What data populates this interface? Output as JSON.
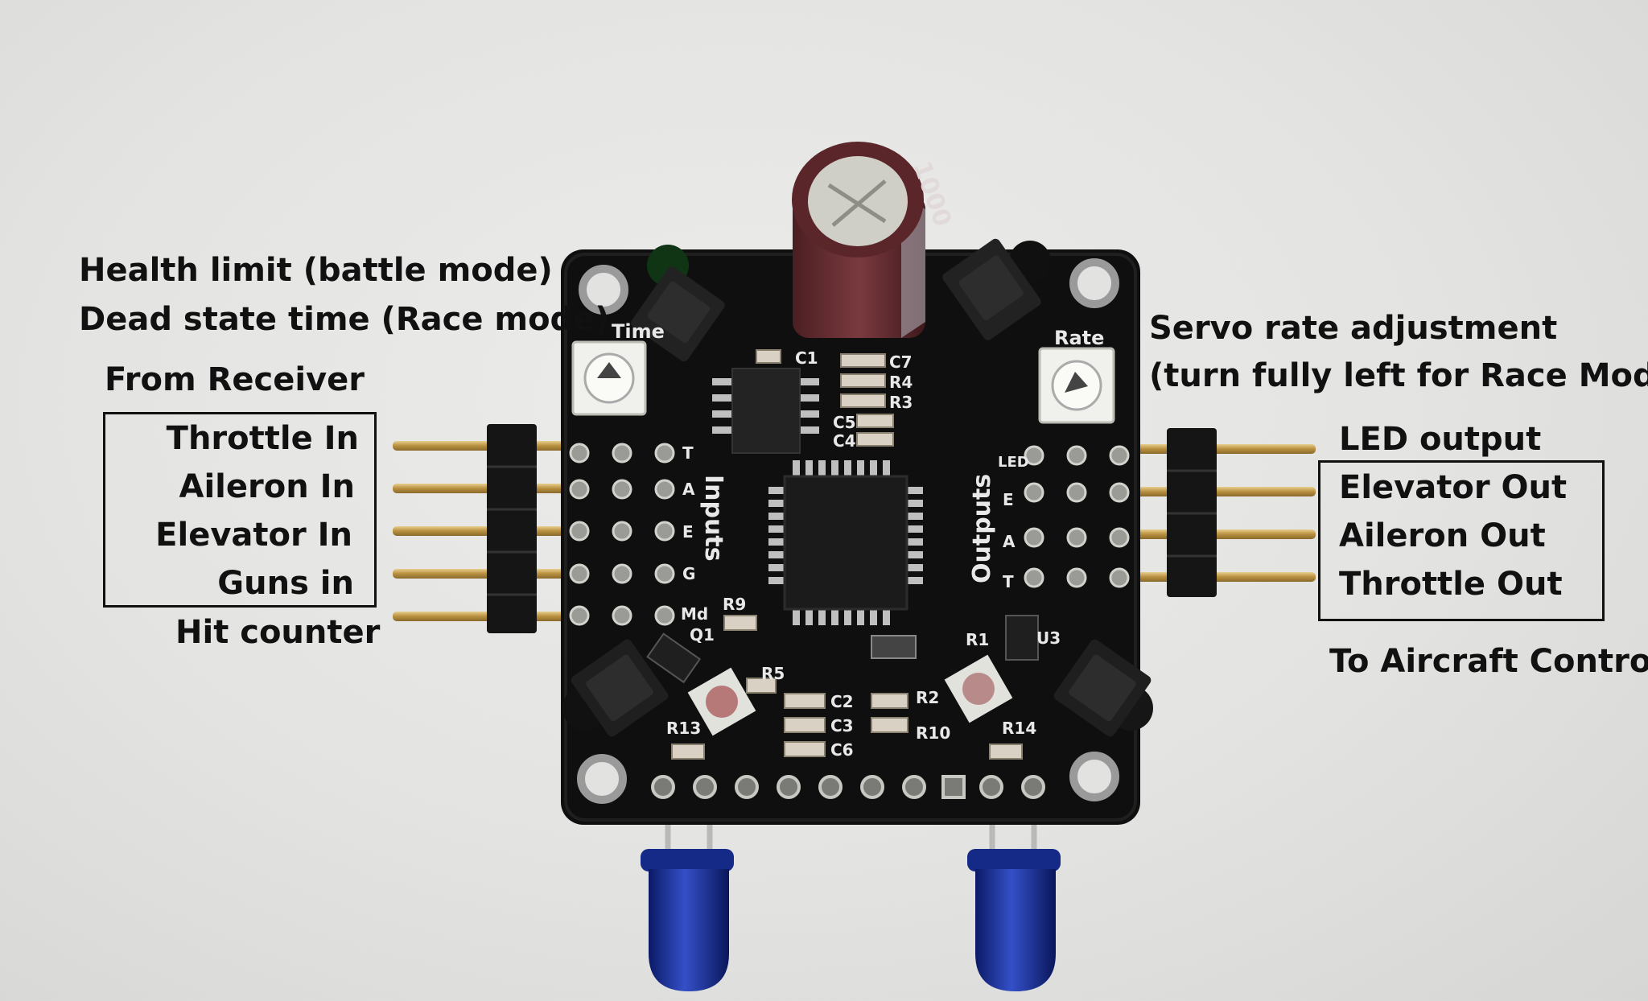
{
  "labels": {
    "health_limit": "Health limit (battle mode)",
    "dead_state_time": "Dead state time (Race mode)",
    "from_receiver": "From Receiver",
    "inputs": [
      "Throttle In",
      "Aileron In",
      "Elevator In",
      "Guns in"
    ],
    "hit_counter": "Hit counter",
    "servo_rate": "Servo rate adjustment",
    "servo_rate_note": "(turn fully left for Race Mode)",
    "led_output": "LED output",
    "outputs": [
      "Elevator Out",
      "Aileron Out",
      "Throttle Out"
    ],
    "to_aircraft": "To Aircraft Control"
  },
  "silkscreen": {
    "time": "Time",
    "rate": "Rate",
    "inputs": "Inputs",
    "outputs": "Outputs",
    "input_pins": [
      "T",
      "A",
      "E",
      "G",
      "Md"
    ],
    "output_pins": [
      "LED",
      "E",
      "A",
      "T"
    ],
    "refs": [
      "C1",
      "C7",
      "R4",
      "R3",
      "C5",
      "C4",
      "R9",
      "Q1",
      "R5",
      "R1",
      "U3",
      "C2",
      "C3",
      "C6",
      "R2",
      "R10",
      "R13",
      "R14"
    ],
    "cap_value": "1000"
  },
  "colors": {
    "pcb": "#0f0f0f",
    "silkscreen": "#e8e8e8",
    "gold": "#c9a55a",
    "capacitor": "#6b2f33",
    "ir_led": "#1c2f8f",
    "trimmer": "#f0f0ec"
  }
}
